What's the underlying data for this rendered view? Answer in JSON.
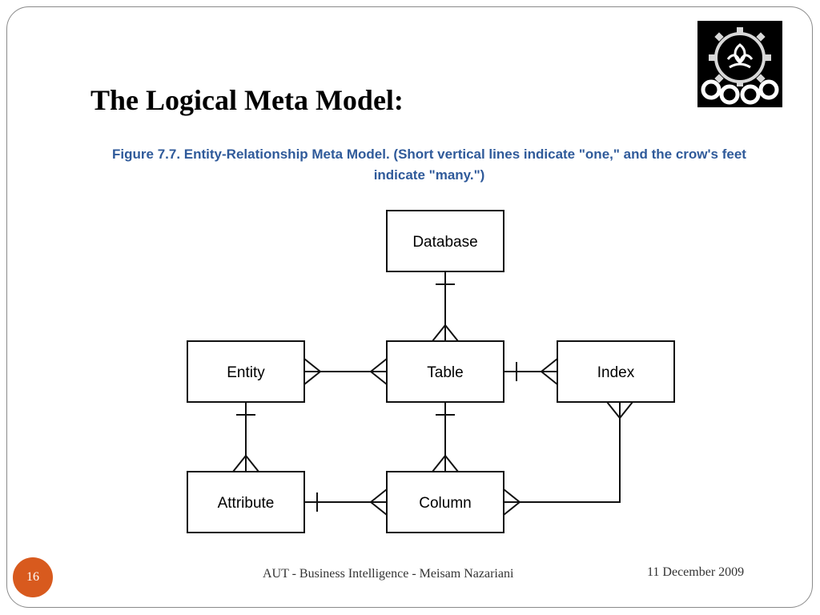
{
  "slide": {
    "title": "The Logical Meta Model:",
    "caption_line1": "Figure 7.7. Entity-Relationship Meta Model. (Short vertical lines indicate \"one,\" and the crow's feet",
    "caption_line2": "indicate \"many.\")",
    "page_number": "16",
    "footer_center": "AUT - Business Intelligence - Meisam Nazariani",
    "footer_date": "11 December 2009"
  },
  "diagram": {
    "entities": [
      "Database",
      "Entity",
      "Table",
      "Index",
      "Attribute",
      "Column"
    ],
    "relationships": [
      {
        "from": "Database",
        "from_cardinality": "one",
        "to": "Table",
        "to_cardinality": "many"
      },
      {
        "from": "Entity",
        "from_cardinality": "many",
        "to": "Table",
        "to_cardinality": "many"
      },
      {
        "from": "Table",
        "from_cardinality": "one",
        "to": "Index",
        "to_cardinality": "many"
      },
      {
        "from": "Entity",
        "from_cardinality": "one",
        "to": "Attribute",
        "to_cardinality": "many"
      },
      {
        "from": "Table",
        "from_cardinality": "one",
        "to": "Column",
        "to_cardinality": "many"
      },
      {
        "from": "Attribute",
        "from_cardinality": "one",
        "to": "Column",
        "to_cardinality": "many"
      },
      {
        "from": "Index",
        "from_cardinality": "many",
        "to": "Column",
        "to_cardinality": "many"
      }
    ]
  },
  "colors": {
    "caption": "#2f5a9a",
    "badge": "#d85a1e",
    "frame": "#8a8a8a"
  },
  "icons": {
    "logo": "university-emblem-icon"
  }
}
